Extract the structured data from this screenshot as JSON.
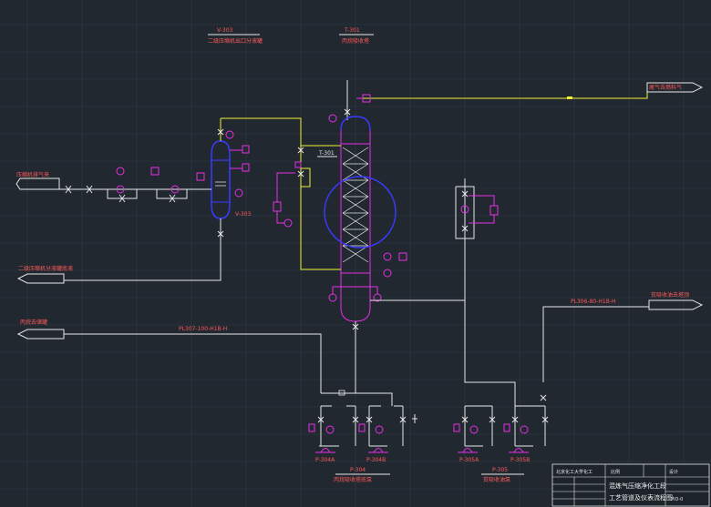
{
  "labels": {
    "top_left_tag": "V-303",
    "top_left_desc": "二级压缩机出口分液罐",
    "top_center_tag": "T-301",
    "top_center_desc": "丙烷吸收塔",
    "column_tag": "T-301",
    "vessel_tag": "V-303",
    "left_inlet": "压缩机排气来",
    "left_outlet": "二级压缩机分液罐底液",
    "bottom_left_outlet": "丙烷去储罐",
    "top_right_outlet": "尾气去燃料气",
    "right_outlet": "贫吸收油去塔顶",
    "line_bottom": "PL307-100-H1B-H",
    "line_right": "PL306-80-H1B-H",
    "pump_a1": "P-304A",
    "pump_a2": "P-304B",
    "pump_b1": "P-305A",
    "pump_b2": "P-305B",
    "pump_group_a_tag": "P-304",
    "pump_group_a_desc": "丙烷吸收塔底泵",
    "pump_group_b_tag": "P-305",
    "pump_group_b_desc": "贫吸收油泵"
  },
  "title_block": {
    "company": "北京化工大学化工",
    "project": "混炼气压缩净化工段",
    "drawing_title": "工艺管道及仪表流程图",
    "dwg_no": "PID-0",
    "scale": "比例",
    "designer": "设计"
  },
  "colors": {
    "background": "#212830",
    "process_line": "#e6e6e6",
    "hot_line": "#f3f03a",
    "instrument": "#e62ee6",
    "equipment": "#3a3aff",
    "text": "#ff5a5a"
  }
}
